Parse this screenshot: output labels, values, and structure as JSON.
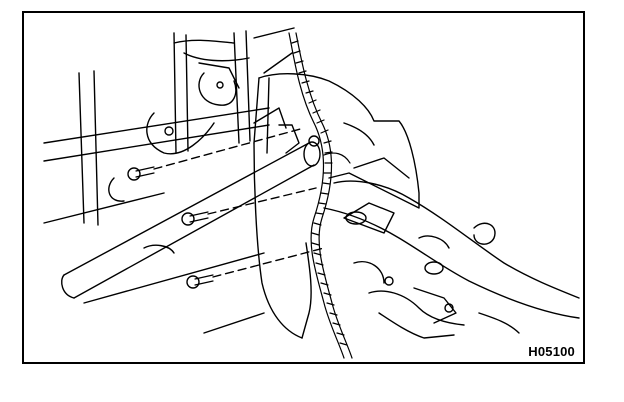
{
  "figure": {
    "code": "H05100",
    "stroke_color": "#000000",
    "background_color": "#ffffff",
    "components": [
      "seat-back-frame",
      "rear-seat-bracket",
      "crossbar-tube",
      "wire-harness",
      "side-panel-trim",
      "floor-bracket",
      "mounting-screw",
      "mounting-screw",
      "mounting-screw"
    ]
  }
}
